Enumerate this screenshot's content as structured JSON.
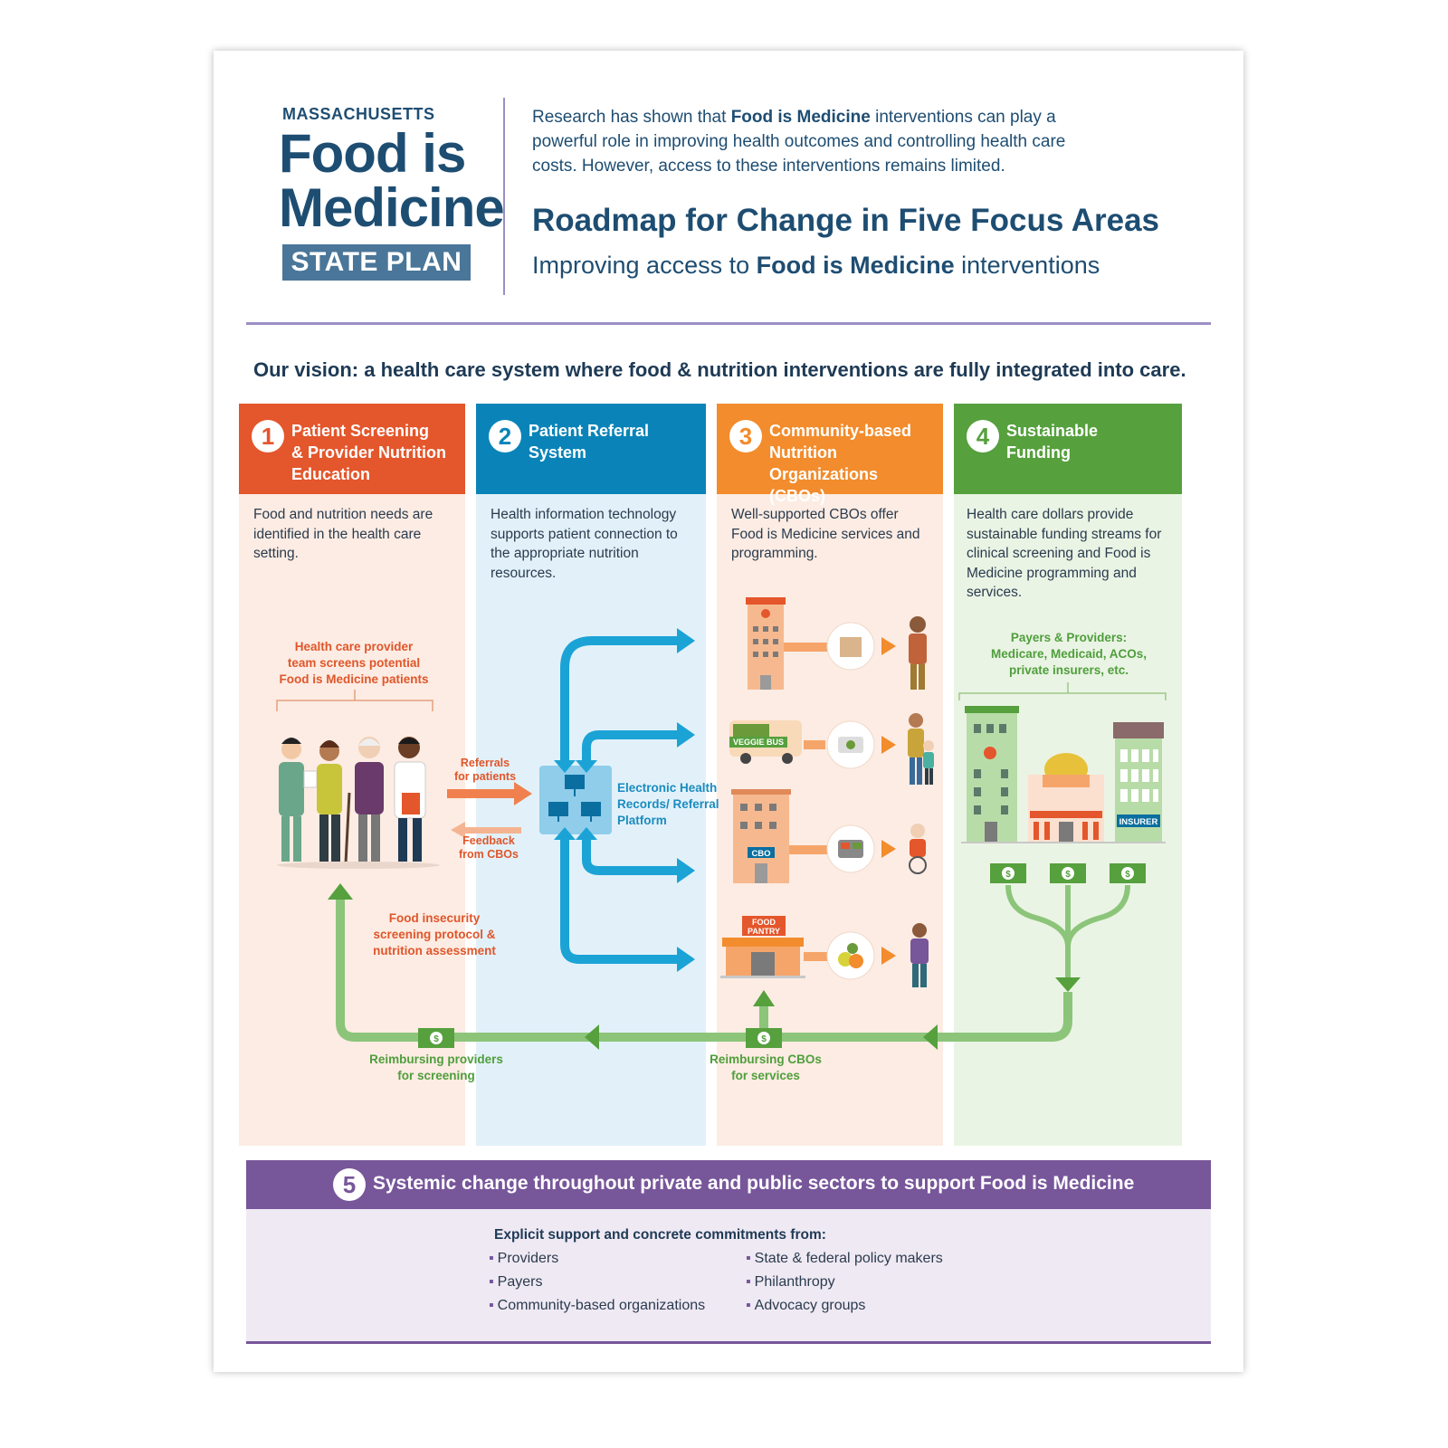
{
  "header": {
    "state": "MASSACHUSETTS",
    "title_line1": "Food is",
    "title_line2": "Medicine",
    "plan": "STATE PLAN",
    "intro_a": "Research has shown that ",
    "intro_b": "Food is Medicine",
    "intro_c": " interventions can play a powerful role in improving health outcomes and controlling health care costs. However, access to these interventions remains limited.",
    "roadmap": "Roadmap for Change in Five Focus Areas",
    "subtitle_a": "Improving access to ",
    "subtitle_b": "Food is Medicine",
    "subtitle_c": " interventions"
  },
  "vision": "Our vision: a health care system where food & nutrition interventions are fully integrated into care.",
  "columns": [
    {
      "num": "1",
      "title_1": "Patient Screening",
      "title_2": "& Provider Nutrition",
      "title_3": "Education",
      "desc": "Food and nutrition needs are identified in the health care setting.",
      "color": "#e4562b",
      "bg": "#fcece3"
    },
    {
      "num": "2",
      "title_1": "Patient Referral",
      "title_2": "System",
      "title_3": "",
      "desc": "Health information technology supports patient connection to the appropriate nutrition resources.",
      "color": "#0a84b8",
      "bg": "#e2f1f9"
    },
    {
      "num": "3",
      "title_1": "Community-based",
      "title_2": "Nutrition Organizations",
      "title_3": "(CBOs)",
      "desc": "Well-supported CBOs offer Food is Medicine services and programming.",
      "color": "#f28c2c",
      "bg": "#fcece3"
    },
    {
      "num": "4",
      "title_1": "Sustainable",
      "title_2": "Funding",
      "title_3": "",
      "desc": "Health care dollars provide sustainable funding streams for clinical screening and Food is Medicine programming and services.",
      "color": "#56a03e",
      "bg": "#eaf4e4"
    }
  ],
  "diagram": {
    "provider_team_1": "Health care provider",
    "provider_team_2": "team screens potential",
    "provider_team_3": "Food is Medicine patients",
    "referrals_1": "Referrals",
    "referrals_2": "for patients",
    "feedback_1": "Feedback",
    "feedback_2": "from CBOs",
    "ehr_1": "Electronic Health",
    "ehr_2": "Records/ Referral",
    "ehr_3": "Platform",
    "protocol_1": "Food insecurity",
    "protocol_2": "screening protocol &",
    "protocol_3": "nutrition assessment",
    "payers_1": "Payers & Providers:",
    "payers_2": "Medicare, Medicaid, ACOs,",
    "payers_3": "private insurers, etc.",
    "reimb_prov_1": "Reimbursing providers",
    "reimb_prov_2": "for screening",
    "reimb_cbo_1": "Reimbursing CBOs",
    "reimb_cbo_2": "for services",
    "veggie_bus": "VEGGIE BUS",
    "cbo": "CBO",
    "food_pantry_1": "FOOD",
    "food_pantry_2": "PANTRY",
    "insurer": "INSURER",
    "dollar": "$"
  },
  "focus5": {
    "num": "5",
    "title": "Systemic change throughout private and public sectors to support Food is Medicine",
    "support_title": "Explicit support and concrete commitments from:",
    "left_items": [
      "Providers",
      "Payers",
      "Community-based organizations"
    ],
    "right_items": [
      "State & federal policy makers",
      "Philanthropy",
      "Advocacy groups"
    ]
  },
  "colors": {
    "navy": "#1e4d72",
    "orange_red": "#e4562b",
    "blue": "#0a84b8",
    "orange": "#f28c2c",
    "green": "#56a03e",
    "purple": "#77569a"
  }
}
